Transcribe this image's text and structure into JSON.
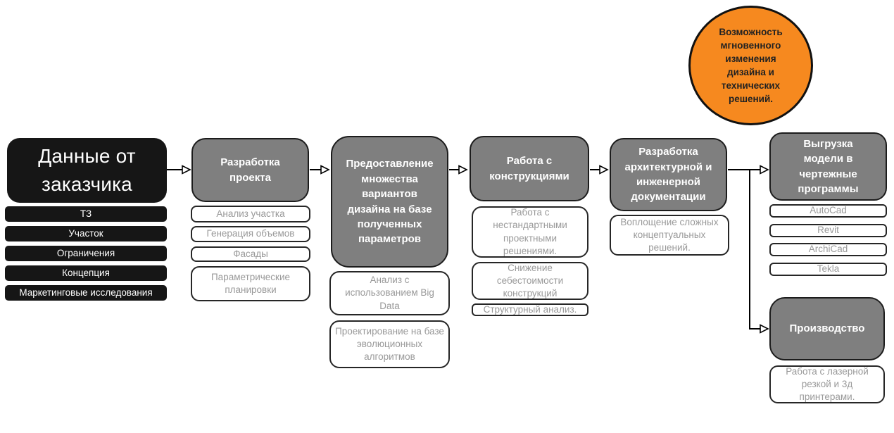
{
  "theme": {
    "background": "#ffffff",
    "black_box": "#161616",
    "gray_box": "#7f7f7f",
    "box_border": "#1c1c1c",
    "sub_border": "#262626",
    "sub_text": "#999999",
    "callout_fill": "#f6891f",
    "callout_border": "#111111",
    "arrow": "#000000"
  },
  "flow": {
    "callout": "Возможность мгновенного изменения дизайна и технических решений.",
    "stages": [
      {
        "title": "Данные от заказчика",
        "items": [
          "ТЗ",
          "Участок",
          "Ограничения",
          "Концепция",
          "Маркетинговые исследования"
        ]
      },
      {
        "title": "Разработка проекта",
        "items": [
          "Анализ участка",
          "Генерация объемов",
          "Фасады",
          "Параметрические планировки"
        ]
      },
      {
        "title": "Предоставление множества вариантов дизайна на базе полученных параметров",
        "items": [
          "Анализ с использованием Big Data",
          "Проектирование на базе эволюционных алгоритмов"
        ]
      },
      {
        "title": "Работа с конструкциями",
        "items": [
          "Работа с нестандартными проектными решениями.",
          "Снижение себестоимости конструкций",
          "Структурный анализ."
        ]
      },
      {
        "title": "Разработка архитектурной и инженерной документации",
        "items": [
          "Воплощение сложных концептуальных решений."
        ]
      },
      {
        "title": "Выгрузка модели в чертежные программы",
        "items": [
          "AutoCad",
          "Revit",
          "ArchiCad",
          "Tekla"
        ]
      },
      {
        "title": "Производство",
        "items": [
          "Работа с лазерной резкой и 3д принтерами."
        ]
      }
    ]
  }
}
